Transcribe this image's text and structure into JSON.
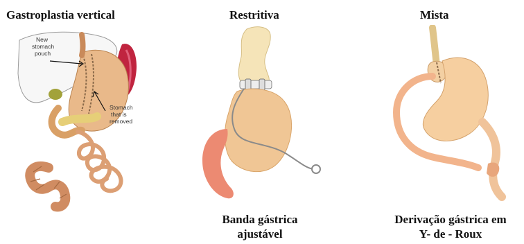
{
  "panels": [
    {
      "heading": "Gastroplastia vertical",
      "labels": {
        "pouch_1": "New",
        "pouch_2": "stomach",
        "pouch_3": "pouch",
        "removed_1": "Stomach",
        "removed_2": "that is",
        "removed_3": "removed"
      }
    },
    {
      "heading": "Restritiva",
      "caption_1": "Banda gástrica",
      "caption_2": "ajustável"
    },
    {
      "heading": "Mista",
      "caption_1": "Derivação gástrica em",
      "caption_2": "Y- de - Roux"
    }
  ]
}
